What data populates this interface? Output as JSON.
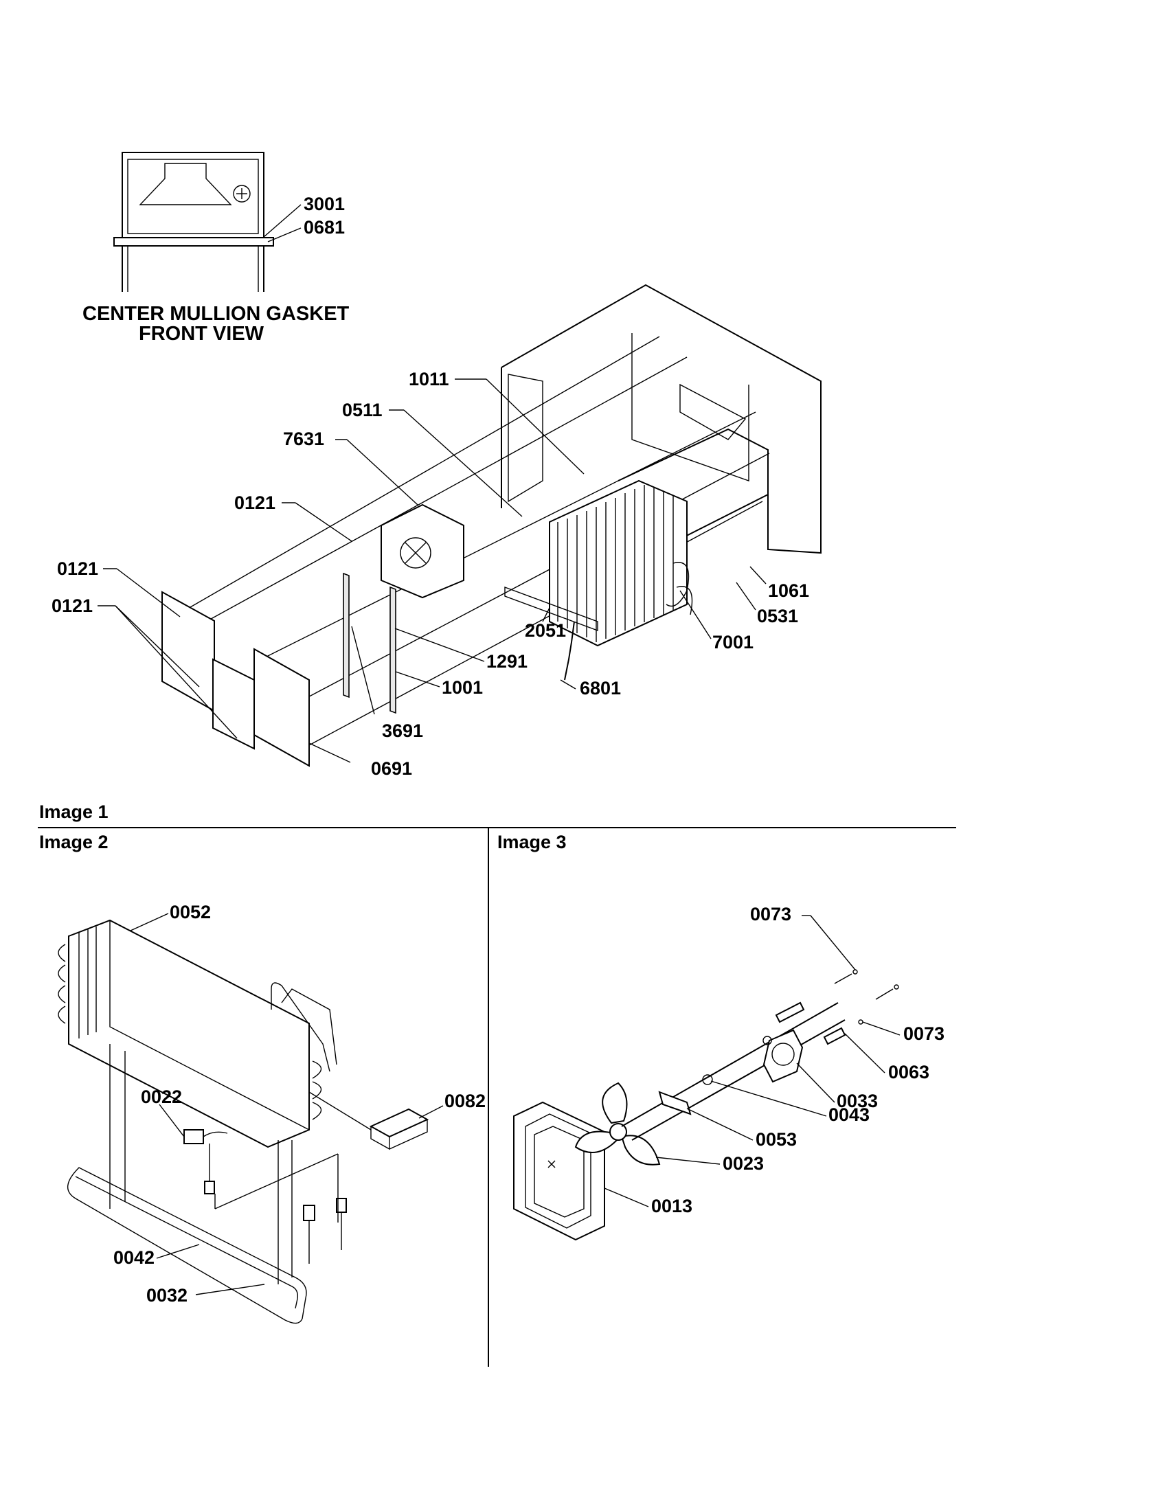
{
  "inset": {
    "caption_line1": "CENTER MULLION GASKET",
    "caption_line2": "FRONT VIEW",
    "parts": [
      "3001",
      "0681"
    ]
  },
  "image1": {
    "title": "Image 1",
    "parts": [
      "1011",
      "0511",
      "7631",
      "0121",
      "0121",
      "0121",
      "1061",
      "0531",
      "7001",
      "2051",
      "1291",
      "6801",
      "1001",
      "3691",
      "0691"
    ]
  },
  "image2": {
    "title": "Image 2",
    "parts": [
      "0052",
      "0022",
      "0082",
      "0042",
      "0032"
    ]
  },
  "image3": {
    "title": "Image 3",
    "parts": [
      "0073",
      "0073",
      "0063",
      "0033",
      "0043",
      "0053",
      "0023",
      "0013"
    ]
  }
}
